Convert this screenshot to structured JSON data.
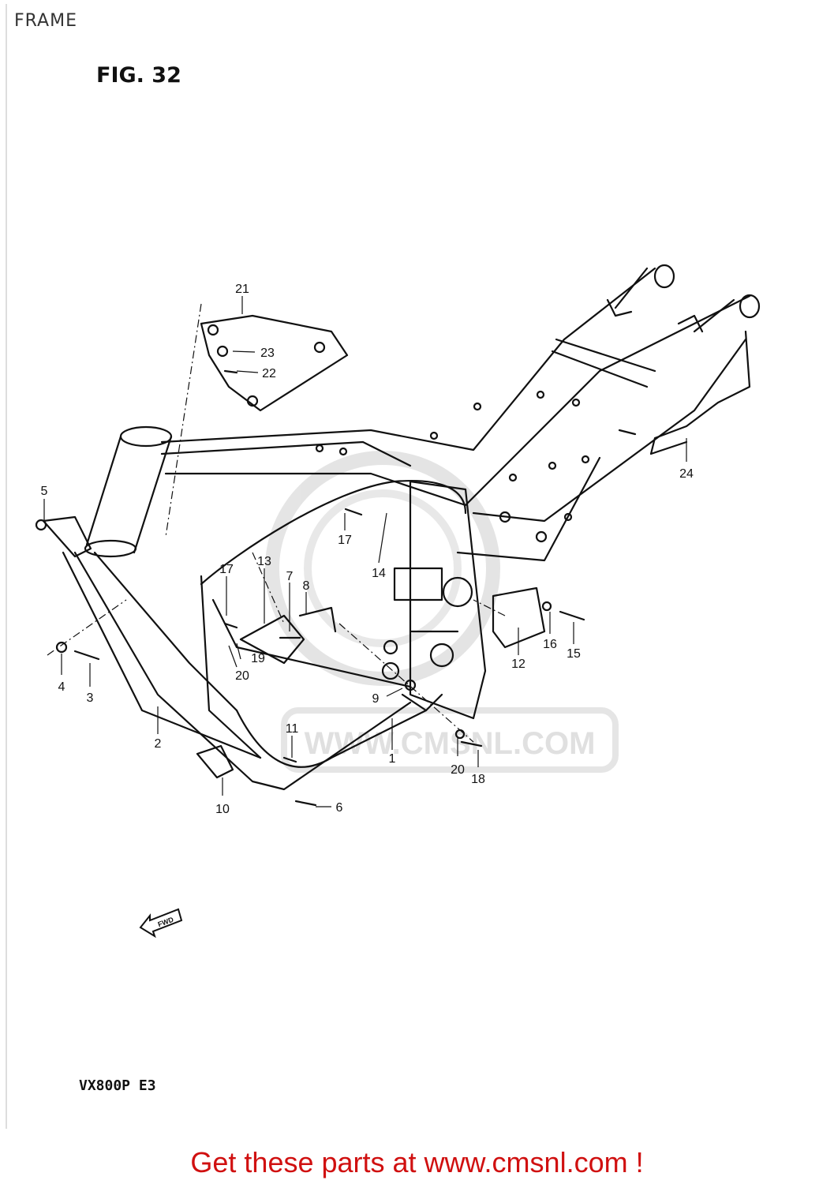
{
  "header": {
    "title": "FRAME"
  },
  "figure": {
    "label": "FIG. 32",
    "model": "VX800P E3"
  },
  "watermark": {
    "text": "WWW.CMSNL.COM",
    "color": "#c8c8c8"
  },
  "fwd_arrow": {
    "label": "FWD"
  },
  "callouts": [
    "1",
    "2",
    "3",
    "4",
    "5",
    "6",
    "7",
    "8",
    "9",
    "10",
    "11",
    "12",
    "13",
    "14",
    "15",
    "16",
    "17",
    "17",
    "18",
    "19",
    "20",
    "20",
    "21",
    "22",
    "23",
    "24"
  ],
  "footer": {
    "link_text": "Get these parts at www.cmsnl.com !",
    "color": "#d01010"
  }
}
